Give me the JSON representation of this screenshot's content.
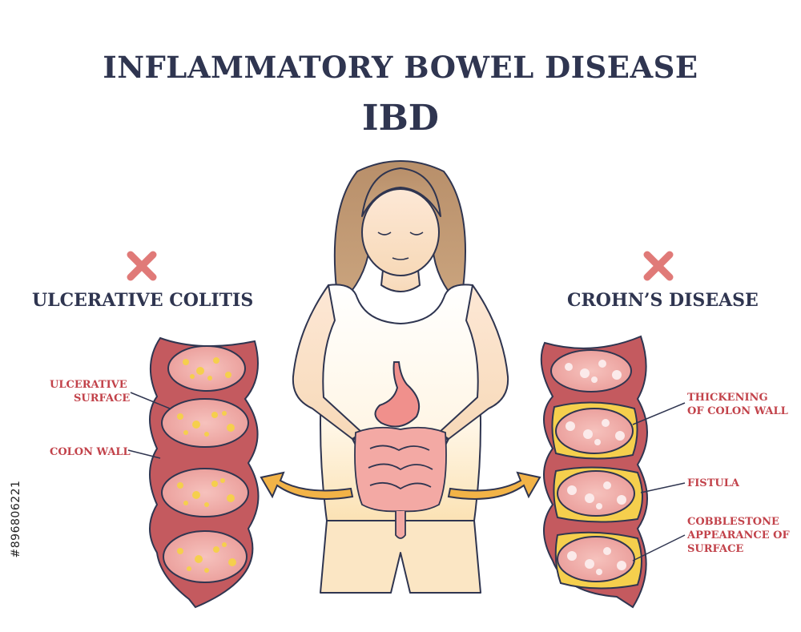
{
  "title": "INFLAMMATORY BOWEL DISEASE",
  "subtitle": "IBD",
  "left_panel": {
    "heading": "ULCERATIVE COLITIS",
    "labels": {
      "ulcerative_surface_1": "ULCERATIVE",
      "ulcerative_surface_2": "SURFACE",
      "colon_wall": "COLON WALL"
    }
  },
  "right_panel": {
    "heading": "CROHN’S DISEASE",
    "labels": {
      "thickening_1": "THICKENING",
      "thickening_2": "OF COLON WALL",
      "fistula": "FISTULA",
      "cobblestone_1": "COBBLESTONE",
      "cobblestone_2": "APPEARANCE OF",
      "cobblestone_3": "SURFACE"
    }
  },
  "watermark_id": "#896806221",
  "colors": {
    "title": "#2f3550",
    "label": "#c2424a",
    "x_mark": "#e07a78",
    "arrow": "#f2b347",
    "colon_wall": "#c45a5f",
    "colon_inner": "#f3b3b0"
  },
  "icons": [
    "x-mark-icon",
    "arrow-left-icon",
    "arrow-right-icon",
    "woman-figure",
    "stomach-icon",
    "intestine-icon"
  ]
}
